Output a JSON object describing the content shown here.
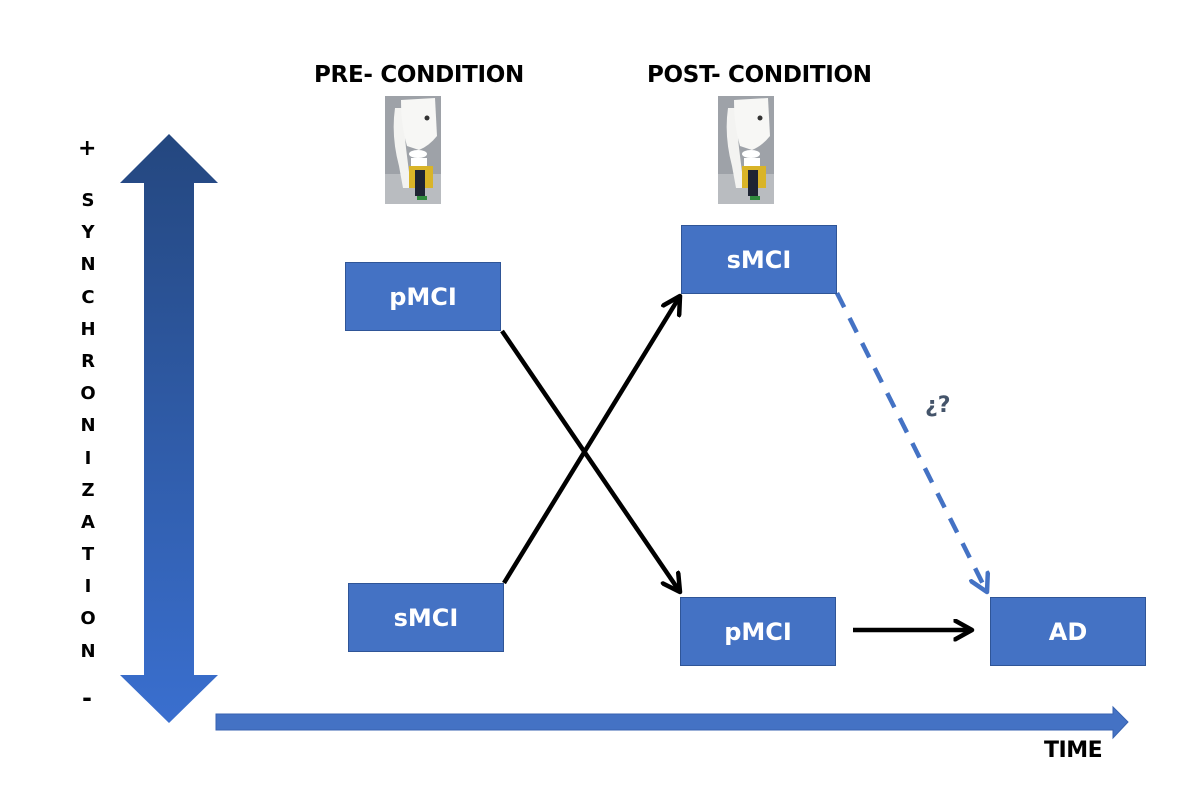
{
  "headings": {
    "pre": "PRE- CONDITION",
    "post": "POST- CONDITION"
  },
  "images": {
    "pre": "meg-scanner-photo",
    "post": "meg-scanner-photo"
  },
  "y_axis": {
    "top_symbol": "+",
    "letters": [
      "S",
      "Y",
      "N",
      "C",
      "H",
      "R",
      "O",
      "N",
      "I",
      "Z",
      "A",
      "T",
      "I",
      "O",
      "N"
    ],
    "bottom_symbol": "-",
    "label": "SYNCHRONIZATION"
  },
  "x_axis": {
    "label": "TIME"
  },
  "nodes": {
    "pre_pmci": "pMCI",
    "pre_smci": "sMCI",
    "post_smci": "sMCI",
    "post_pmci": "pMCI",
    "ad": "AD"
  },
  "edges": [
    {
      "from": "pre_pmci",
      "to": "post_pmci",
      "style": "solid"
    },
    {
      "from": "pre_smci",
      "to": "post_smci",
      "style": "solid"
    },
    {
      "from": "post_pmci",
      "to": "ad",
      "style": "solid"
    },
    {
      "from": "post_smci",
      "to": "ad",
      "style": "dashed",
      "label": "¿?"
    }
  ],
  "uncertain_label": "¿?",
  "colors": {
    "box_fill": "#4472c4",
    "axis_top": "#24477f",
    "axis_bottom": "#3a6fcf",
    "dashed_arrow": "#4472c4",
    "question_text": "#44546a"
  }
}
